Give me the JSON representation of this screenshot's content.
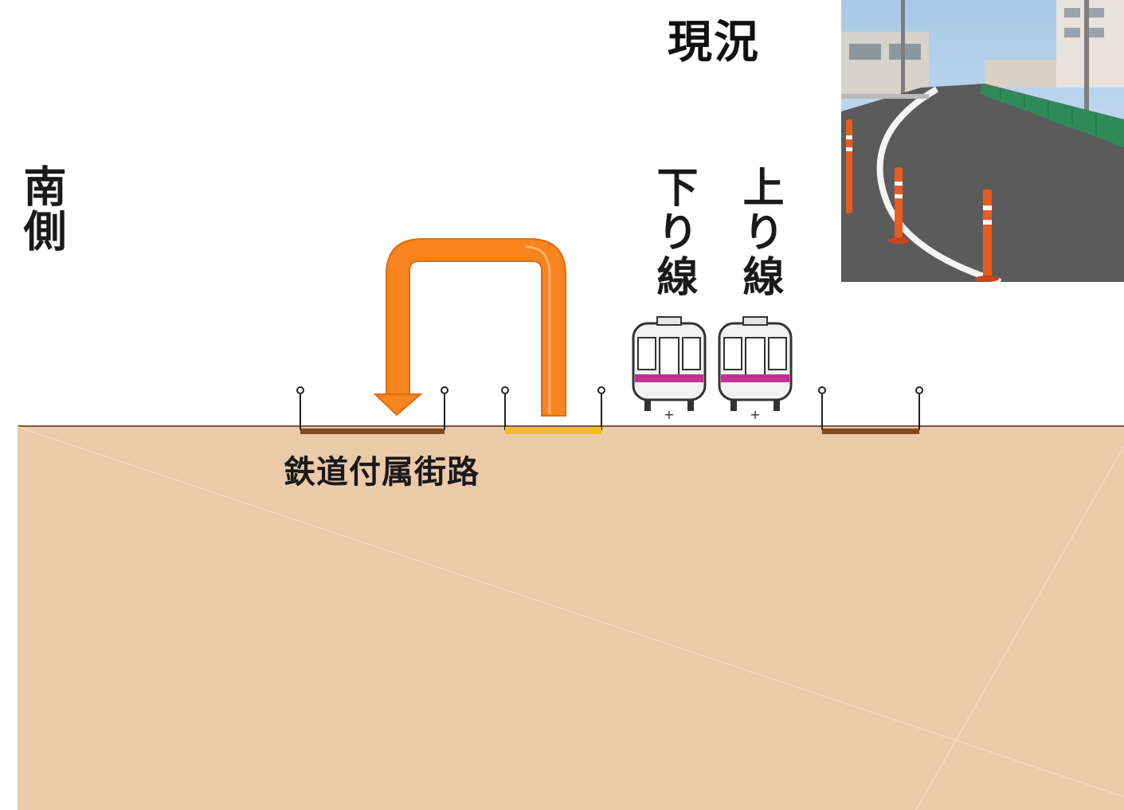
{
  "title": "現況",
  "side_label": "南側",
  "tracks": {
    "down_label": "下り線",
    "up_label": "上り線"
  },
  "road_label": "鉄道付属街路",
  "colors": {
    "ground": "#ecc9a9",
    "arrow": "#f7841f",
    "road_dark": "#7b4a1e",
    "road_yellow": "#f2bf1a",
    "train_stripe": "#c2338f"
  },
  "icons": [
    "curved-arrow-icon",
    "train-icon",
    "fence-post-icon"
  ],
  "photo": {
    "subject": "street-photo"
  }
}
